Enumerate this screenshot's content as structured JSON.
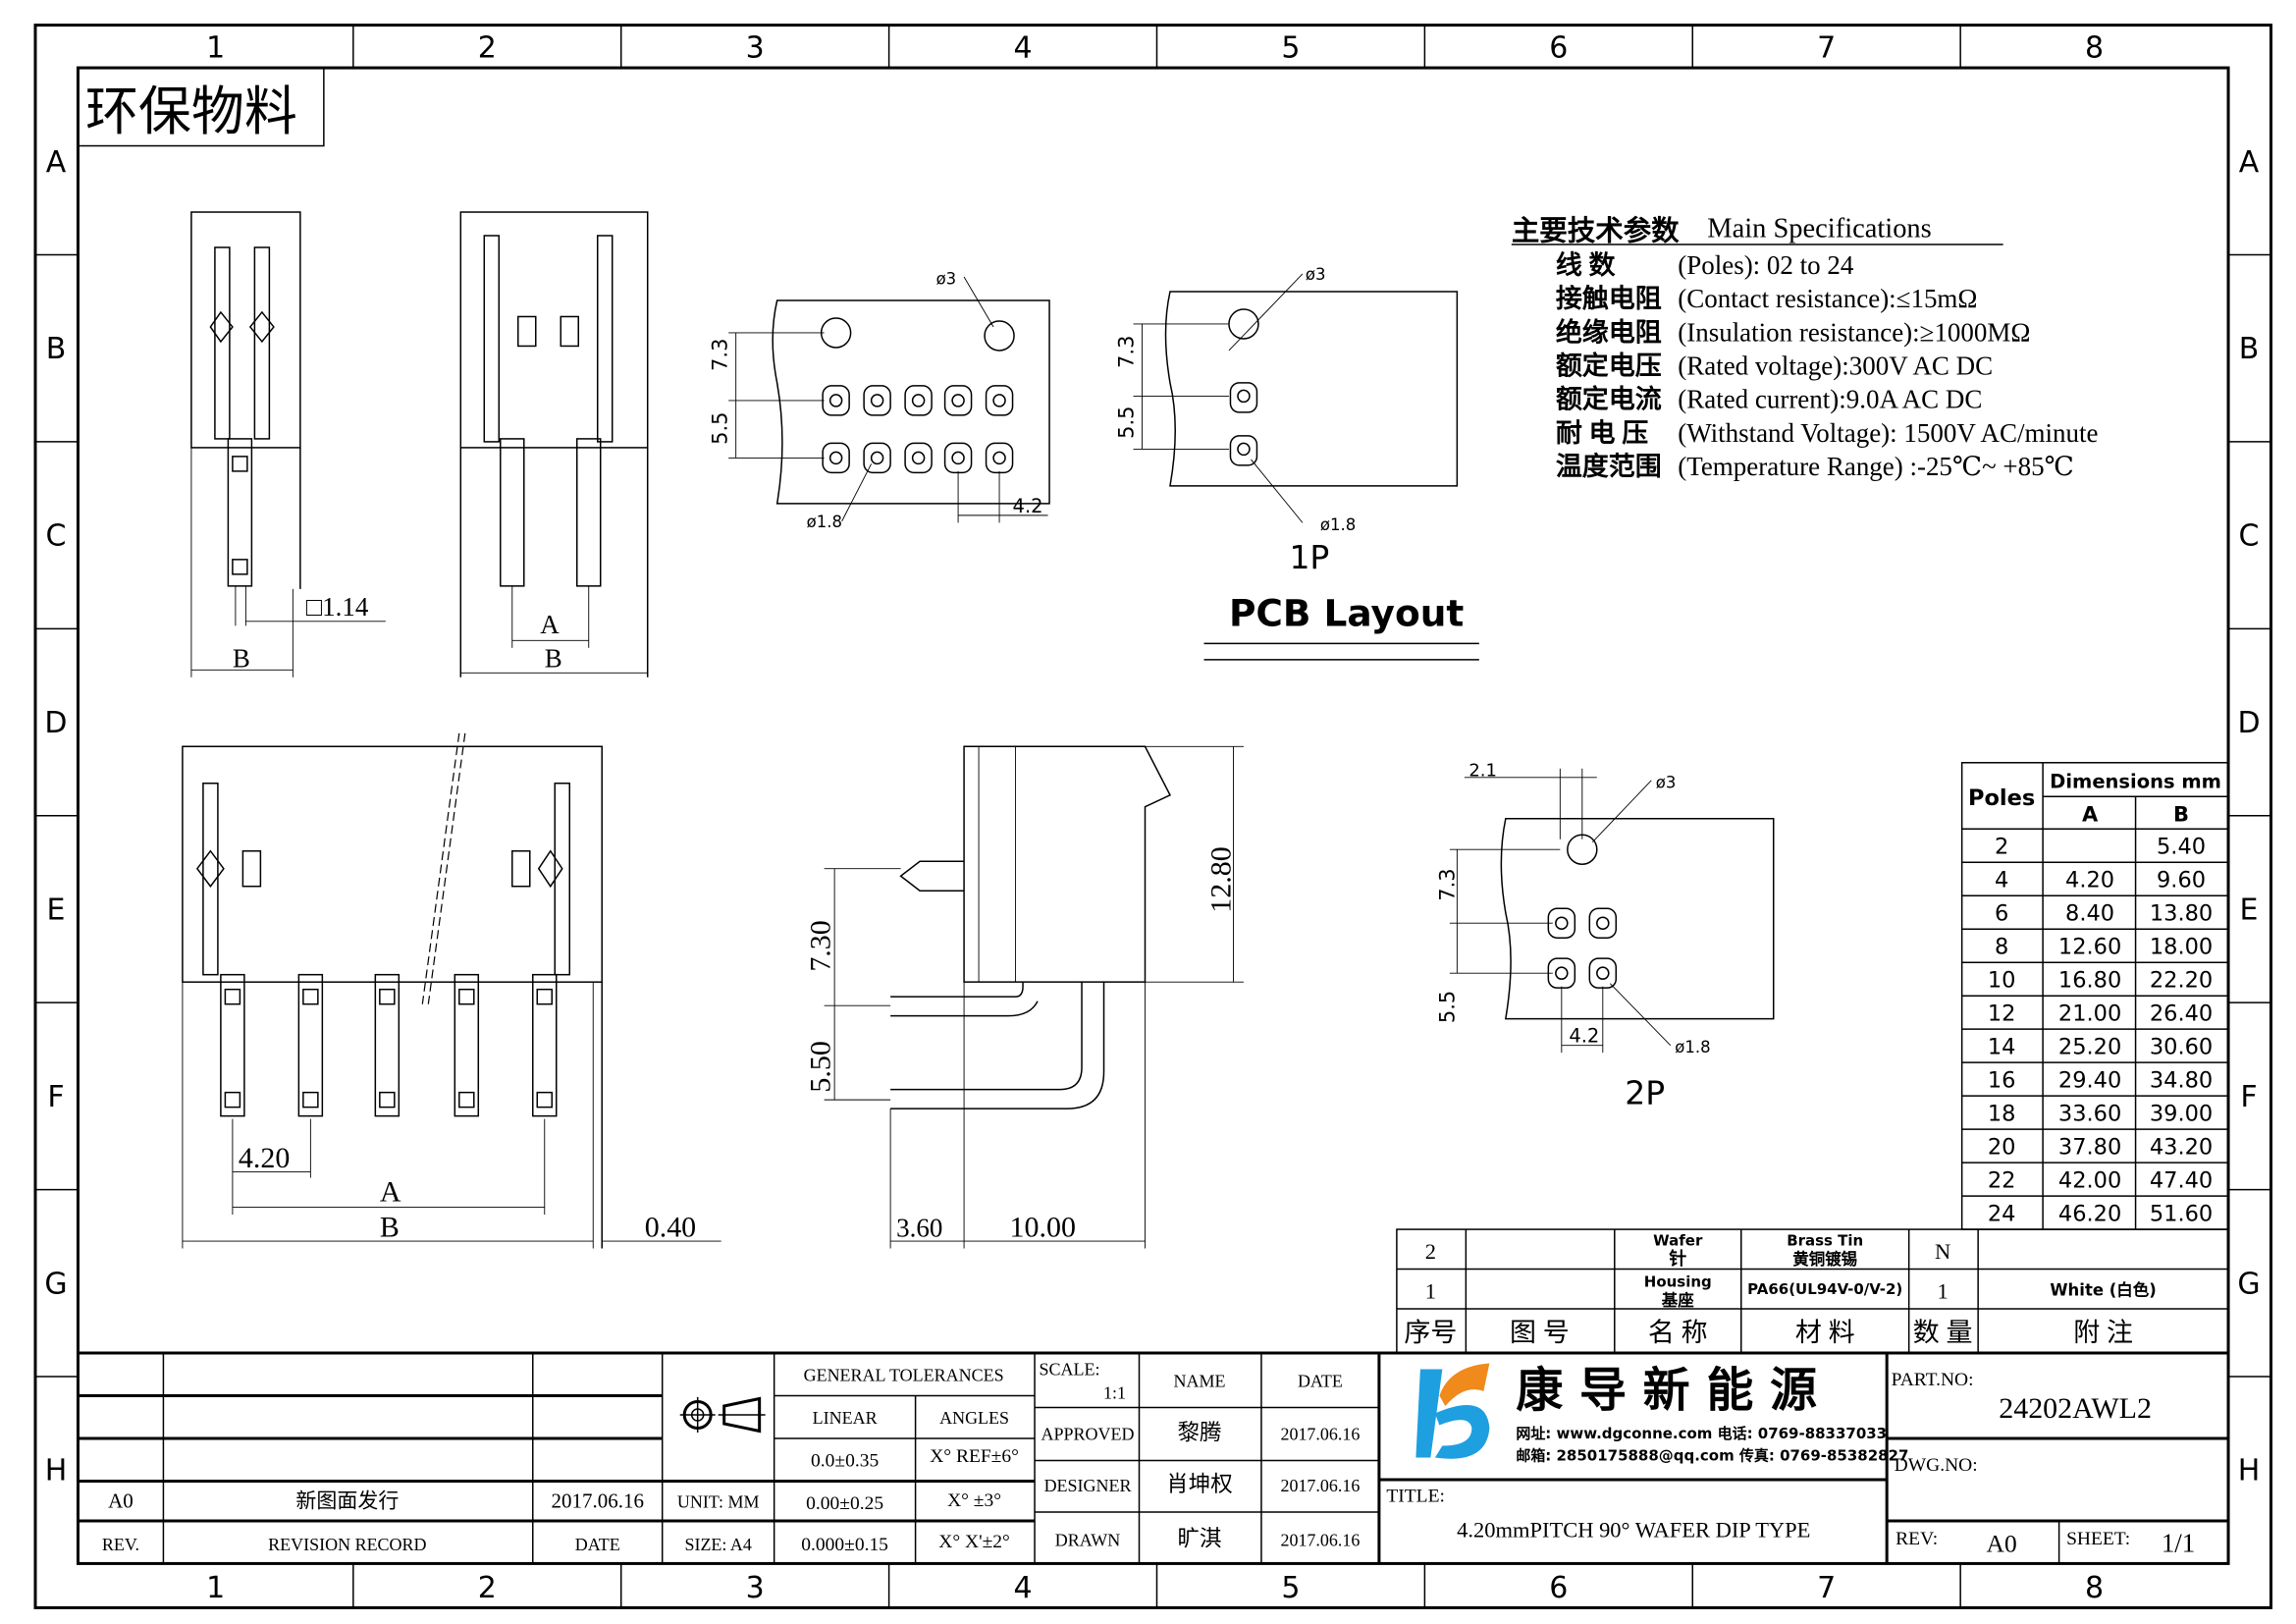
{
  "frame": {
    "col_labels": [
      "1",
      "2",
      "3",
      "4",
      "5",
      "6",
      "7",
      "8"
    ],
    "row_labels": [
      "A",
      "B",
      "C",
      "D",
      "E",
      "F",
      "G",
      "H"
    ]
  },
  "eco_label": "环保物料",
  "specs": {
    "title_cn": "主要技术参数",
    "title_en": "Main Specifications",
    "items": [
      {
        "cn": "线    数",
        "en": "(Poles): 02 to 24"
      },
      {
        "cn": "接触电阻",
        "en": "(Contact resistance):≤15mΩ"
      },
      {
        "cn": "绝缘电阻",
        "en": "(Insulation resistance):≥1000MΩ"
      },
      {
        "cn": "额定电压",
        "en": "(Rated voltage):300V AC DC"
      },
      {
        "cn": "额定电流",
        "en": "(Rated current):9.0A AC DC"
      },
      {
        "cn": "耐 电 压",
        "en": "(Withstand Voltage): 1500V AC/minute"
      },
      {
        "cn": "温度范围",
        "en": "(Temperature Range) :-25℃~ +85℃"
      }
    ]
  },
  "views": {
    "pin_size": "□1.14",
    "dim_a": "A",
    "dim_b": "B",
    "hole_d3": "ø3",
    "pad_d18": "ø1.8",
    "dim_73": "7.3",
    "dim_55": "5.5",
    "dim_42": "4.2",
    "dim_21": "2.1",
    "label_1p": "1P",
    "label_2p": "2P",
    "pcb_layout": "PCB Layout",
    "dim_1280": "12.80",
    "dim_730": "7.30",
    "dim_550": "5.50",
    "dim_360": "3.60",
    "dim_1000": "10.00",
    "dim_420": "4.20",
    "dim_040": "0.40"
  },
  "dimension_table": {
    "poles_header": "Poles",
    "dims_header": "Dimensions mm",
    "col_a": "A",
    "col_b": "B",
    "rows": [
      {
        "poles": "2",
        "a": "",
        "b": "5.40"
      },
      {
        "poles": "4",
        "a": "4.20",
        "b": "9.60"
      },
      {
        "poles": "6",
        "a": "8.40",
        "b": "13.80"
      },
      {
        "poles": "8",
        "a": "12.60",
        "b": "18.00"
      },
      {
        "poles": "10",
        "a": "16.80",
        "b": "22.20"
      },
      {
        "poles": "12",
        "a": "21.00",
        "b": "26.40"
      },
      {
        "poles": "14",
        "a": "25.20",
        "b": "30.60"
      },
      {
        "poles": "16",
        "a": "29.40",
        "b": "34.80"
      },
      {
        "poles": "18",
        "a": "33.60",
        "b": "39.00"
      },
      {
        "poles": "20",
        "a": "37.80",
        "b": "43.20"
      },
      {
        "poles": "22",
        "a": "42.00",
        "b": "47.40"
      },
      {
        "poles": "24",
        "a": "46.20",
        "b": "51.60"
      }
    ]
  },
  "parts_table": {
    "rows": [
      {
        "no": "2",
        "drawing": "",
        "name_en": "Wafer",
        "name_cn": "针",
        "material_en": "Brass Tin",
        "material_cn": "黄铜镀锡",
        "qty": "N",
        "note": ""
      },
      {
        "no": "1",
        "drawing": "",
        "name_en": "Housing",
        "name_cn": "基座",
        "material_en": "PA66(UL94V-0/V-2)",
        "material_cn": "",
        "qty": "1",
        "note": "White (白色)"
      }
    ],
    "header": {
      "no": "序号",
      "drawing": "图    号",
      "name": "名 称",
      "material": "材    料",
      "qty": "数 量",
      "note": "附    注"
    }
  },
  "title_block": {
    "revision": {
      "rev": "A0",
      "record": "新图面发行",
      "date": "2017.06.16"
    },
    "revision_header": {
      "rev": "REV.",
      "record": "REVISION RECORD",
      "date": "DATE"
    },
    "unit": "UNIT: MM",
    "size": "SIZE: A4",
    "general_tolerances": "GENERAL TOLERANCES",
    "linear": "LINEAR",
    "angles": "ANGLES",
    "tolerances": [
      {
        "linear": "0.0±0.35",
        "angle": "X° REF±6°"
      },
      {
        "linear": "0.00±0.25",
        "angle": "X° ±3°"
      },
      {
        "linear": "0.000±0.15",
        "angle": "X° X'±2°"
      }
    ],
    "scale_label": "SCALE:",
    "scale_value": "1:1",
    "name_header": "NAME",
    "date_header": "DATE",
    "signoffs": [
      {
        "role": "APPROVED",
        "name": "黎腾",
        "date": "2017.06.16"
      },
      {
        "role": "DESIGNER",
        "name": "肖坤权",
        "date": "2017.06.16"
      },
      {
        "role": "DRAWN",
        "name": "旷淇",
        "date": "2017.06.16"
      }
    ],
    "company": "康 导 新 能 源",
    "contact_line1": "网址: www.dgconne.com  电话: 0769-88337033",
    "contact_line2": "邮箱: 2850175888@qq.com 传真: 0769-85382827",
    "title_label": "TITLE:",
    "title": "4.20mmPITCH 90° WAFER DIP TYPE",
    "part_no_label": "PART.NO:",
    "part_no": "24202AWL2",
    "dwg_no_label": "DWG.NO:",
    "rev_label": "REV:",
    "rev_value": "A0",
    "sheet_label": "SHEET:",
    "sheet_value": "1/1",
    "logo_colors": {
      "blue": "#1e9fe0",
      "orange": "#f08a1c"
    }
  }
}
